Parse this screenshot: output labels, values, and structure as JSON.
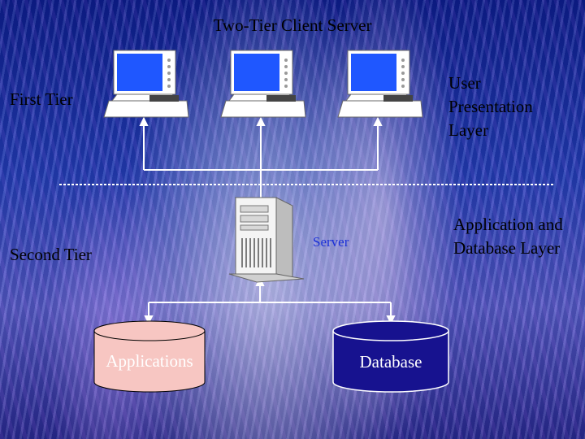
{
  "title": "Two-Tier Client Server",
  "tiers": {
    "first": "First Tier",
    "second": "Second Tier"
  },
  "layers": {
    "top": "User Presentation Layer",
    "bottom": "Application and Database Layer"
  },
  "nodes": {
    "server": "Server",
    "applications": "Applications",
    "database": "Database"
  },
  "colors": {
    "monitor_screen": "#1f57ff",
    "applications_fill": "#f7c6c2",
    "database_fill": "#17128f",
    "server_label": "#1a2fd8"
  }
}
